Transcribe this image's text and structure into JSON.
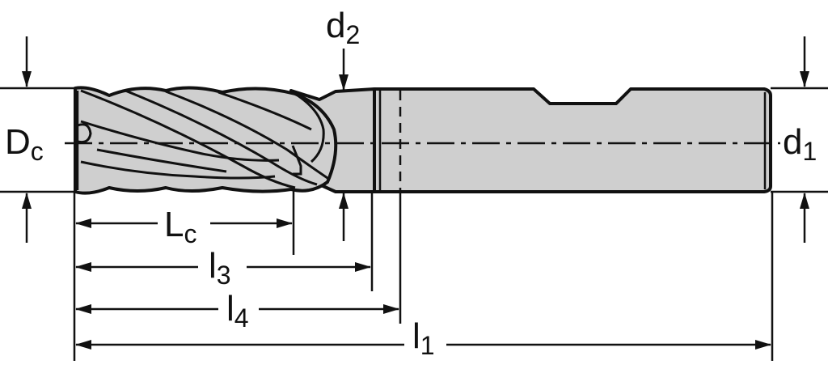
{
  "dimensions": {
    "Dc": {
      "main": "D",
      "sub": "c"
    },
    "d2": {
      "main": "d",
      "sub": "2"
    },
    "d1": {
      "main": "d",
      "sub": "1"
    },
    "Lc": {
      "main": "L",
      "sub": "c"
    },
    "l3": {
      "main": "l",
      "sub": "3"
    },
    "l4": {
      "main": "l",
      "sub": "4"
    },
    "l1": {
      "main": "l",
      "sub": "1"
    }
  },
  "colors": {
    "tool_fill": "#cfcfcf",
    "line": "#111111",
    "background": "#ffffff"
  }
}
